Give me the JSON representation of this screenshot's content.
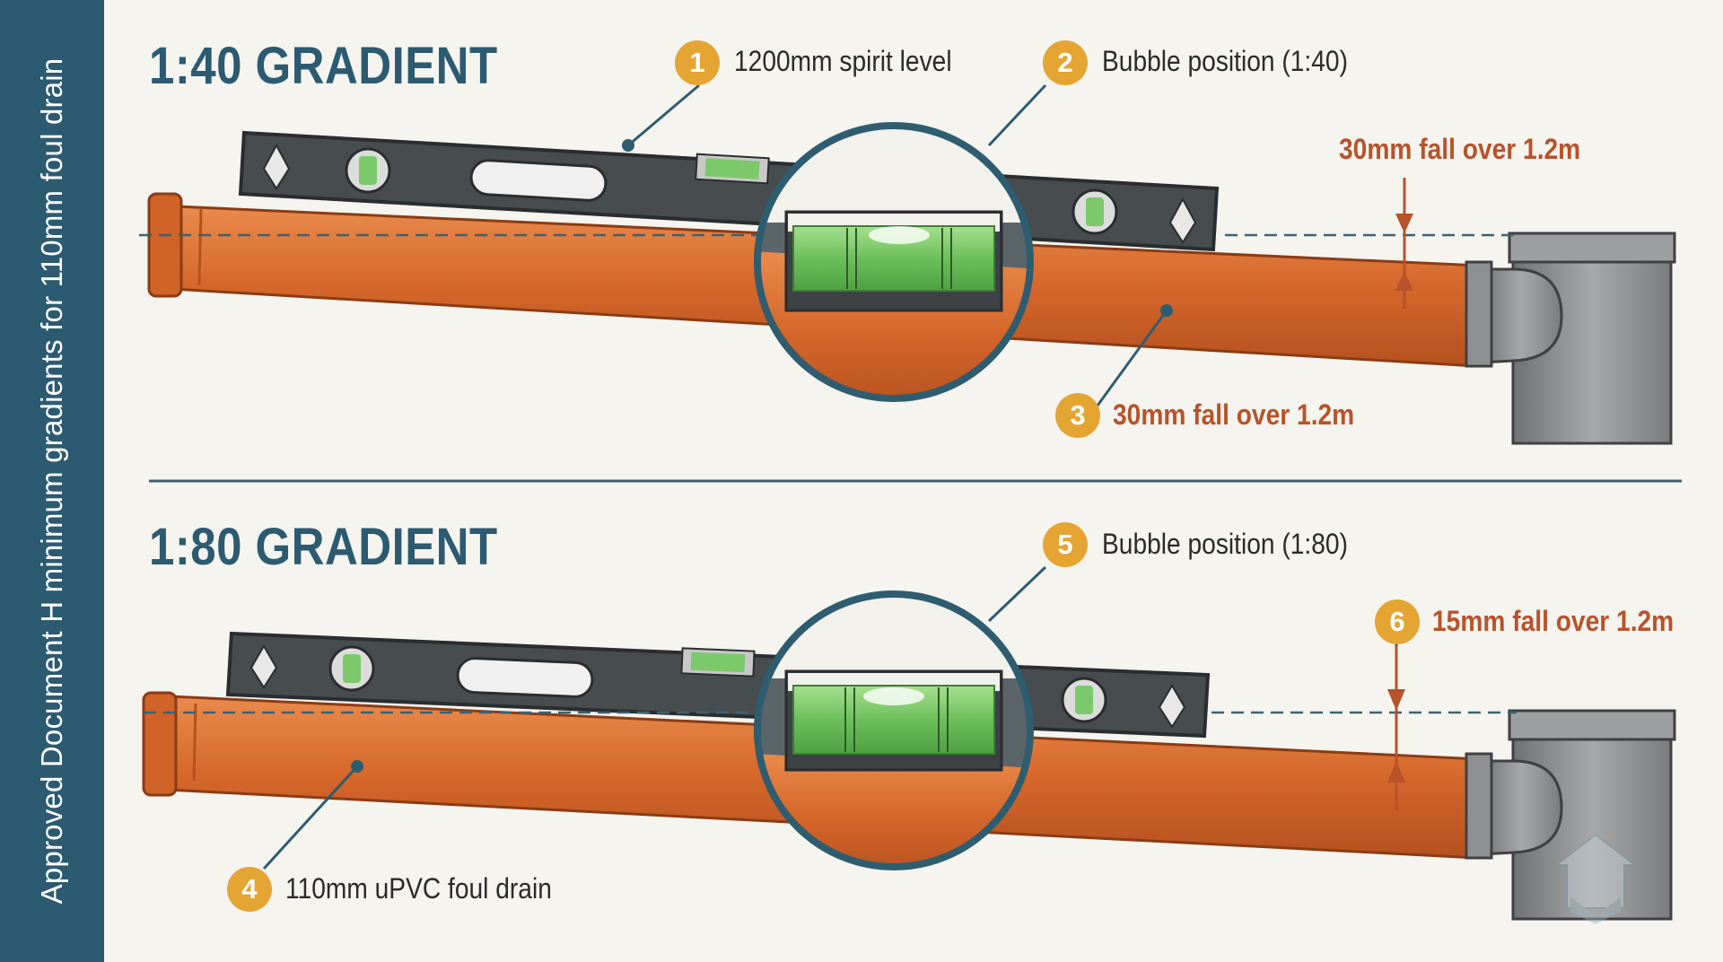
{
  "sidebar": {
    "text": "Approved Document H minimum gradients for 110mm foul drain"
  },
  "panels": [
    {
      "title": "1:40 GRADIENT"
    },
    {
      "title": "1:80 GRADIENT"
    }
  ],
  "callouts": [
    {
      "number": "1",
      "text": "1200mm spirit level"
    },
    {
      "number": "2",
      "text": "Bubble position (1:40)"
    },
    {
      "number": "3",
      "text": "30mm fall over 1.2m"
    },
    {
      "number": "4",
      "text": "110mm uPVC foul drain"
    },
    {
      "number": "5",
      "text": "Bubble position (1:80)"
    },
    {
      "number": "6",
      "text": "15mm fall over 1.2m"
    }
  ],
  "dimension_labels": {
    "top_fall": "30mm fall over 1.2m"
  },
  "colors": {
    "sidebar": "#2c5b71",
    "title": "#2c5b71",
    "accent_text": "#b8532a",
    "badge": "#e4a533",
    "pipe": "#d5672b",
    "level_body": "#474c4f",
    "bubble_vial": "#7cc96b",
    "fitting": "#8b8d8e"
  },
  "icons": [
    "spirit-level-icon",
    "bubble-vial-icon",
    "pipe-icon",
    "pipe-fitting-icon",
    "dimension-arrow-icon",
    "logo-icon"
  ]
}
